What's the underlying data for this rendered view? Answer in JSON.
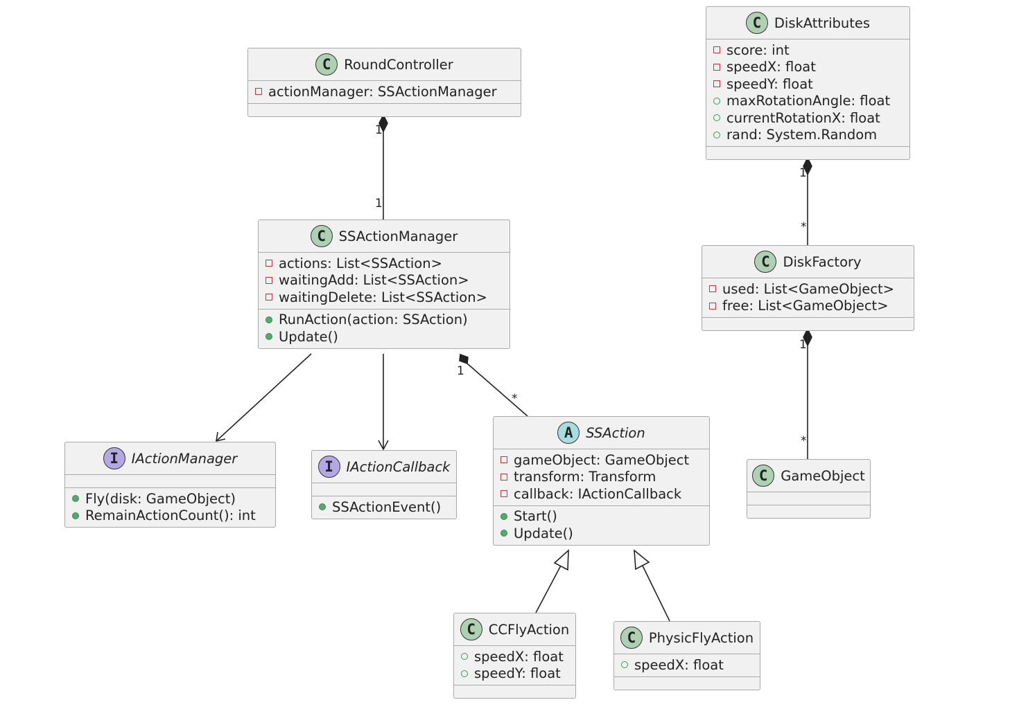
{
  "colors": {
    "class_badge": "#add1b2",
    "abstract_badge": "#a9dcdf",
    "interface_badge": "#b4a7e5",
    "private": "#c8323c",
    "public": "#3a9a5a",
    "box_fill": "#f1f1f1"
  },
  "classes": [
    {
      "id": "RoundController",
      "kind": "C",
      "name": "RoundController",
      "fields": [
        {
          "vis": "private",
          "text": "actionManager: SSActionManager"
        }
      ],
      "methods": []
    },
    {
      "id": "SSActionManager",
      "kind": "C",
      "name": "SSActionManager",
      "fields": [
        {
          "vis": "private",
          "text": "actions: List<SSAction>"
        },
        {
          "vis": "private",
          "text": "waitingAdd: List<SSAction>"
        },
        {
          "vis": "private",
          "text": "waitingDelete: List<SSAction>"
        }
      ],
      "methods": [
        {
          "vis": "public-method",
          "text": "RunAction(action: SSAction)"
        },
        {
          "vis": "public-method",
          "text": "Update()"
        }
      ]
    },
    {
      "id": "DiskAttributes",
      "kind": "C",
      "name": "DiskAttributes",
      "fields": [
        {
          "vis": "private",
          "text": "score: int"
        },
        {
          "vis": "private",
          "text": "speedX: float"
        },
        {
          "vis": "private",
          "text": "speedY: float"
        },
        {
          "vis": "public-field",
          "text": "maxRotationAngle: float"
        },
        {
          "vis": "public-field",
          "text": "currentRotationX: float"
        },
        {
          "vis": "public-field",
          "text": "rand: System.Random"
        }
      ],
      "methods": []
    },
    {
      "id": "DiskFactory",
      "kind": "C",
      "name": "DiskFactory",
      "fields": [
        {
          "vis": "private",
          "text": "used: List<GameObject>"
        },
        {
          "vis": "private",
          "text": "free: List<GameObject>"
        }
      ],
      "methods": []
    },
    {
      "id": "GameObject",
      "kind": "C",
      "name": "GameObject",
      "fields": [],
      "methods": []
    },
    {
      "id": "IActionManager",
      "kind": "I",
      "name": "IActionManager",
      "fields": [],
      "methods": [
        {
          "vis": "public-method",
          "text": "Fly(disk: GameObject)"
        },
        {
          "vis": "public-method",
          "text": "RemainActionCount(): int"
        }
      ]
    },
    {
      "id": "IActionCallback",
      "kind": "I",
      "name": "IActionCallback",
      "fields": [],
      "methods": [
        {
          "vis": "public-method",
          "text": "SSActionEvent()"
        }
      ]
    },
    {
      "id": "SSAction",
      "kind": "A",
      "name": "SSAction",
      "fields": [
        {
          "vis": "private",
          "text": "gameObject: GameObject"
        },
        {
          "vis": "private",
          "text": "transform: Transform"
        },
        {
          "vis": "private",
          "text": "callback: IActionCallback"
        }
      ],
      "methods": [
        {
          "vis": "public-method",
          "text": "Start()"
        },
        {
          "vis": "public-method",
          "text": "Update()"
        }
      ]
    },
    {
      "id": "CCFlyAction",
      "kind": "C",
      "name": "CCFlyAction",
      "fields": [
        {
          "vis": "public-field",
          "text": "speedX: float"
        },
        {
          "vis": "public-field",
          "text": "speedY: float"
        }
      ],
      "methods": []
    },
    {
      "id": "PhysicFlyAction",
      "kind": "C",
      "name": "PhysicFlyAction",
      "fields": [
        {
          "vis": "public-field",
          "text": "speedX: float"
        }
      ],
      "methods": []
    }
  ],
  "multiplicities": {
    "rc_src": "1",
    "rc_dst": "1",
    "ssam_src": "1",
    "ssam_dst": "*",
    "da_src": "1",
    "da_dst": "*",
    "df_src": "1",
    "df_dst": "*"
  }
}
